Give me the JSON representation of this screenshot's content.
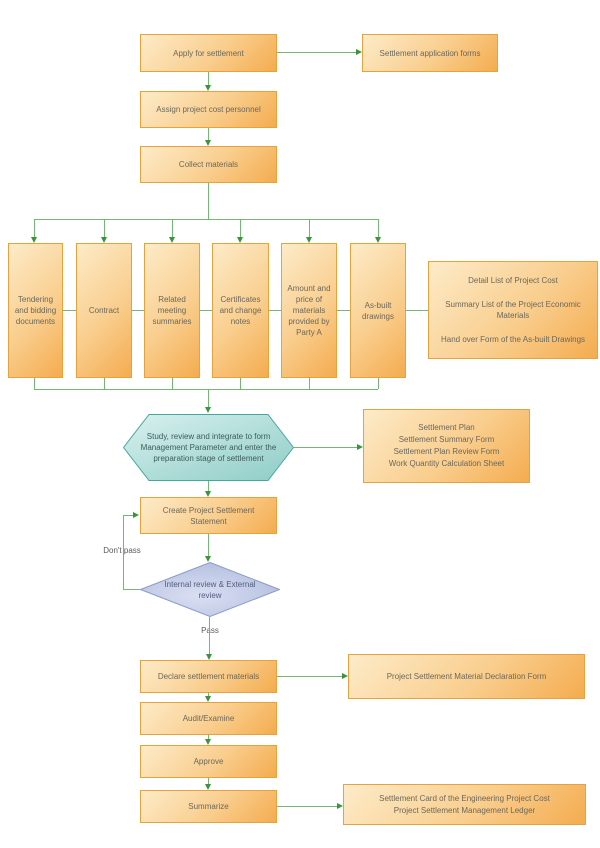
{
  "diagram": {
    "nodes": {
      "apply": "Apply for settlement",
      "application_forms": "Settlement application forms",
      "assign": "Assign project cost personnel",
      "collect": "Collect materials",
      "tendering": "Tendering and bidding documents",
      "contract": "Contract",
      "meeting": "Related meeting summaries",
      "certificates": "Certificates and change notes",
      "amount": "Amount and price of materials provided by Party A",
      "asbuilt": "As-built drawings",
      "detail_items": [
        "Detail List of Project Cost",
        "Summary List of the Project Economic Materials",
        "Hand over Form of the As-built Drawings"
      ],
      "study": "Study, review and integrate to form Management Parameter and enter the preparation stage of settlement",
      "plan_items": [
        "Settlement Plan",
        "Settlement Summary Form",
        "Settlement Plan Review Form",
        "Work Quantity Calculation Sheet"
      ],
      "create": "Create Project Settlement Statement",
      "review": "Internal review & External review",
      "declare": "Declare settlement materials",
      "declaration_form": "Project Settlement Material Declaration Form",
      "audit": "Audit/Examine",
      "approve": "Approve",
      "summarize": "Summarize",
      "card_items": [
        "Settlement Card of the Engineering Project Cost",
        "Project Settlement Management Ledger"
      ]
    },
    "edge_labels": {
      "dont_pass": "Don't pass",
      "pass": "Pass"
    },
    "colors": {
      "process_fill_light": "#FDEBC8",
      "process_fill_dark": "#F4AC4F",
      "process_border": "#E6A23C",
      "prep_fill_light": "#D8F1EF",
      "prep_fill_dark": "#8FCCC6",
      "prep_border": "#43A79F",
      "decision_fill_light": "#DADFF2",
      "decision_fill_dark": "#AFBBDD",
      "decision_border": "#8C9BC8",
      "connector_line": "#74B774",
      "connector_arrow": "#38953A"
    }
  }
}
